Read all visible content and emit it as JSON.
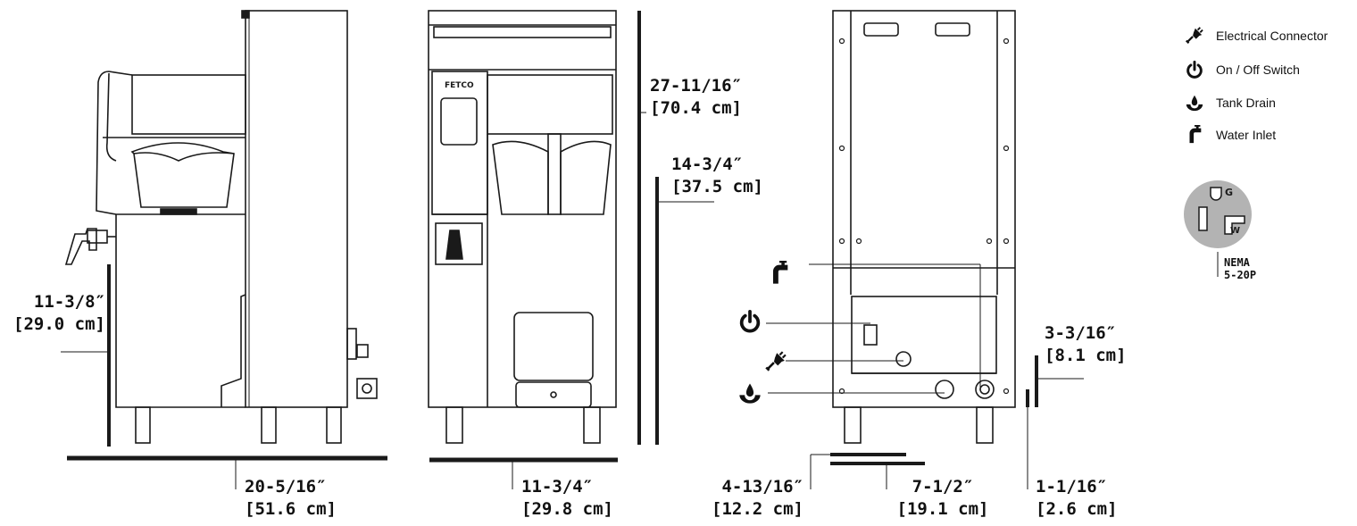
{
  "dimensions": {
    "side_width": {
      "imperial": "20-5/16″",
      "metric": "[51.6 cm]"
    },
    "side_spout": {
      "imperial": "11-3/8″",
      "metric": "[29.0 cm]"
    },
    "front_width": {
      "imperial": "11-3/4″",
      "metric": "[29.8 cm]"
    },
    "front_height": {
      "imperial": "27-11/16″",
      "metric": "[70.4 cm]"
    },
    "front_clearance": {
      "imperial": "14-3/4″",
      "metric": "[37.5 cm]"
    },
    "rear_offset_a": {
      "imperial": "4-13/16″",
      "metric": "[12.2 cm]"
    },
    "rear_offset_b": {
      "imperial": "7-1/2″",
      "metric": "[19.1 cm]"
    },
    "rear_height_a": {
      "imperial": "3-3/16″",
      "metric": "[8.1 cm]"
    },
    "rear_height_b": {
      "imperial": "1-1/16″",
      "metric": "[2.6 cm]"
    }
  },
  "legend": [
    {
      "icon": "electrical-connector-icon",
      "label": "Electrical Connector"
    },
    {
      "icon": "power-switch-icon",
      "label": "On / Off Switch"
    },
    {
      "icon": "tank-drain-icon",
      "label": "Tank Drain"
    },
    {
      "icon": "water-inlet-icon",
      "label": "Water Inlet"
    }
  ],
  "plug": {
    "ground_label": "G",
    "neutral_label": "W",
    "name_line1": "NEMA",
    "name_line2": "5-20P"
  },
  "brand": "FETCO",
  "colors": {
    "line": "#1a1a1a",
    "plug_face": "#b3b3b3",
    "slot": "#ffffff"
  }
}
